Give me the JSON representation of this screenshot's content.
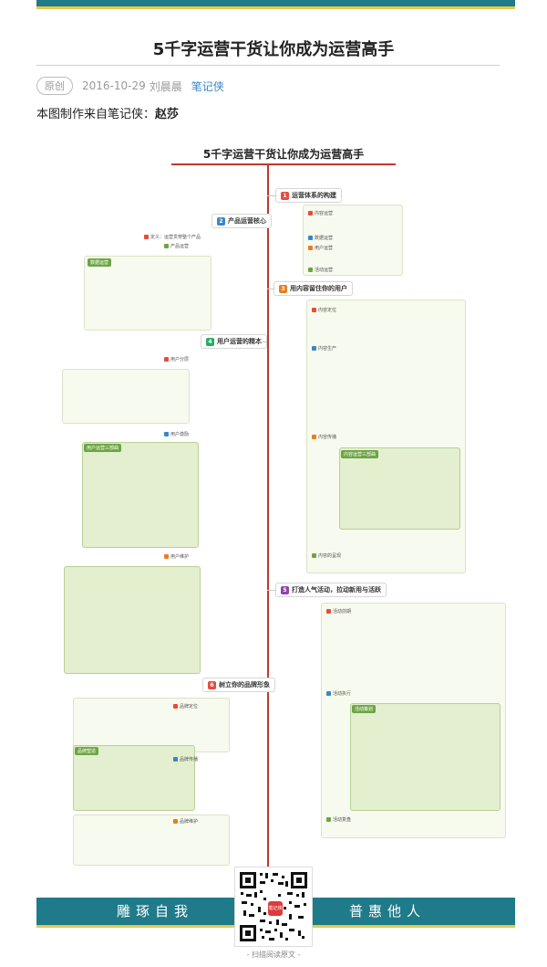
{
  "header": {
    "article_title": "5千字运营干货让你成为运营高手",
    "original_badge": "原创",
    "date": "2016-10-29",
    "author": "刘晨晨",
    "source": "笔记侠",
    "credit_prefix": "本图制作来自笔记侠：",
    "credit_name": "赵莎"
  },
  "mindmap": {
    "title": "5千字运营干货让你成为运营高手",
    "branches": [
      {
        "num": "1",
        "label": "运营体系的构建"
      },
      {
        "num": "2",
        "label": "产品运营核心"
      },
      {
        "num": "3",
        "label": "用内容留住你的用户"
      },
      {
        "num": "4",
        "label": "用户运营的精本"
      },
      {
        "num": "5",
        "label": "打造人气活动，拉动新用与活跃"
      },
      {
        "num": "6",
        "label": "树立你的品牌形象"
      }
    ],
    "tags": {
      "t1": "数据运营",
      "t2": "内容运营三部曲",
      "t3": "用户运营三部曲",
      "t4": "活动策划",
      "t5": "品牌塑造"
    },
    "nodes": {
      "a1": "内容运营",
      "a2": "数据运营",
      "a3": "用户运营",
      "a4": "活动运营",
      "b1": "产品运营",
      "b2": "定义：运营贯穿整个产品",
      "c1": "内容定位",
      "c2": "内容生产",
      "c3": "内容传播",
      "c4": "内容的呈现",
      "d1": "用户分层",
      "d2": "用户激励",
      "d3": "用户维护",
      "e1": "活动前期",
      "e2": "活动执行",
      "e3": "活动复盘",
      "f1": "品牌定位",
      "f2": "品牌传播",
      "f3": "品牌维护"
    }
  },
  "footer": {
    "banner_left": "雕琢自我",
    "banner_right": "普惠他人",
    "qr_logo": "笔记侠",
    "qr_caption": "- 扫描阅读原文 -"
  },
  "colors": {
    "teal": "#1f7a8a",
    "gold": "#e6c84a",
    "accent_red": "#c0392b",
    "link_blue": "#3a86c8"
  }
}
